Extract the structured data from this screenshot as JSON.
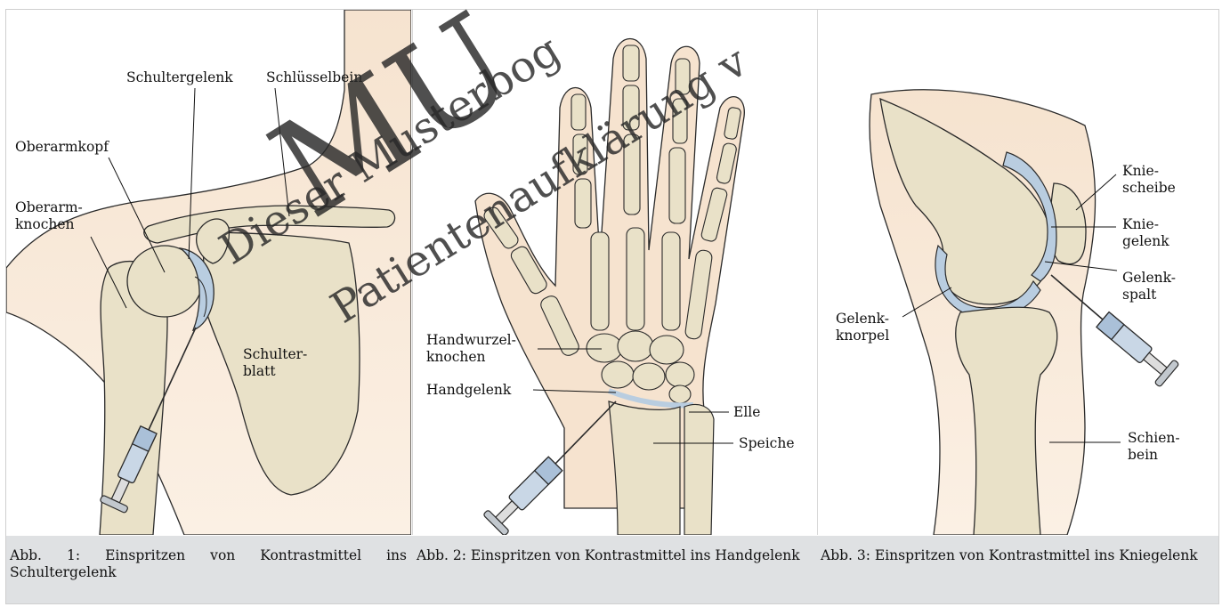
{
  "watermark": {
    "big": "MU",
    "line1": "Dieser Musterbog",
    "line2": "Patientenaufklärung v"
  },
  "panel1": {
    "labels": {
      "schultergelenk": "Schultergelenk",
      "schluesselbein": "Schlüsselbein",
      "oberarmkopf": "Oberarmkopf",
      "oberarmknochen": "Oberarm-\nknochen",
      "schulterblatt": "Schulter-\nblatt"
    },
    "caption": "Abb. 1: Einspritzen von Kontrastmittel ins Schultergelenk"
  },
  "panel2": {
    "labels": {
      "handwurzelknochen": "Handwurzel-\nknochen",
      "handgelenk": "Handgelenk",
      "elle": "Elle",
      "speiche": "Speiche"
    },
    "caption": "Abb. 2: Einspritzen von Kontrastmittel ins Handgelenk"
  },
  "panel3": {
    "labels": {
      "kniescheibe": "Knie-\nscheibe",
      "kniegelenk": "Knie-\ngelenk",
      "gelenkspalt": "Gelenk-\nspalt",
      "gelenkknorpel": "Gelenk-\nknorpel",
      "schienbein": "Schien-\nbein"
    },
    "caption": "Abb. 3: Einspritzen von Kontrastmittel ins Kniegelenk"
  },
  "colors": {
    "skin": "#f6e3cf",
    "bone": "#e9e1c8",
    "bone_outline": "#2a2a2a",
    "cartilage": "#b9cde0",
    "caption_bg": "#dfe1e3"
  }
}
